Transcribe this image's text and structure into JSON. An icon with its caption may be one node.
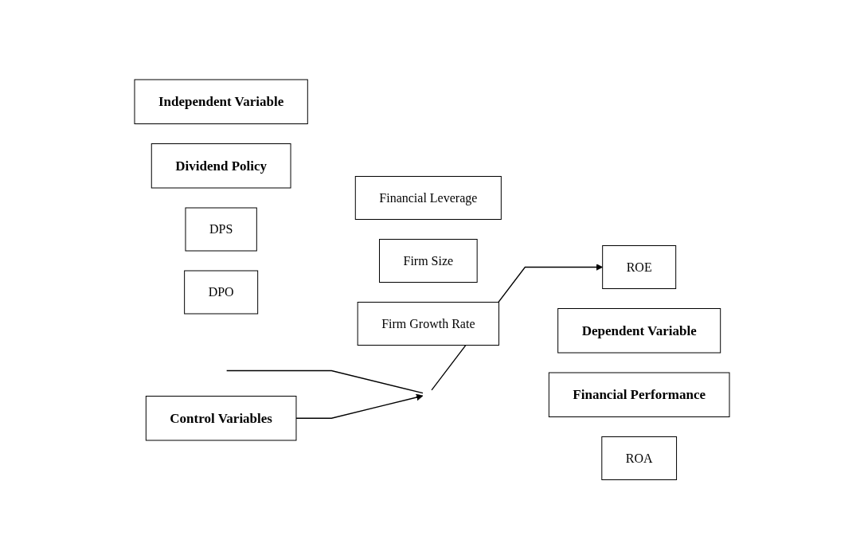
{
  "diagram": {
    "nodes": [
      {
        "text": [
          "Independent Variable"
        ]
      },
      {
        "text": [
          "Dependent Variable"
        ]
      },
      {
        "text": [
          "Dividend Policy"
        ]
      },
      {
        "text": [
          "Financial Performance"
        ]
      },
      {
        "text": [
          "DPS"
        ]
      },
      {
        "text": [
          "ROE"
        ]
      },
      {
        "text": [
          "DPO"
        ]
      },
      {
        "text": [
          "ROA"
        ]
      },
      {
        "text": [
          "Control Variables"
        ]
      },
      {
        "text": [
          "Financial Leverage"
        ]
      },
      {
        "text": [
          "Firm Size"
        ]
      },
      {
        "text": [
          "Firm Growth Rate"
        ]
      }
    ],
    "edges": [
      {
        "from": null,
        "to": 5,
        "arrow": "to"
      },
      {
        "from": 8,
        "to": null,
        "arrow": "to"
      }
    ]
  }
}
